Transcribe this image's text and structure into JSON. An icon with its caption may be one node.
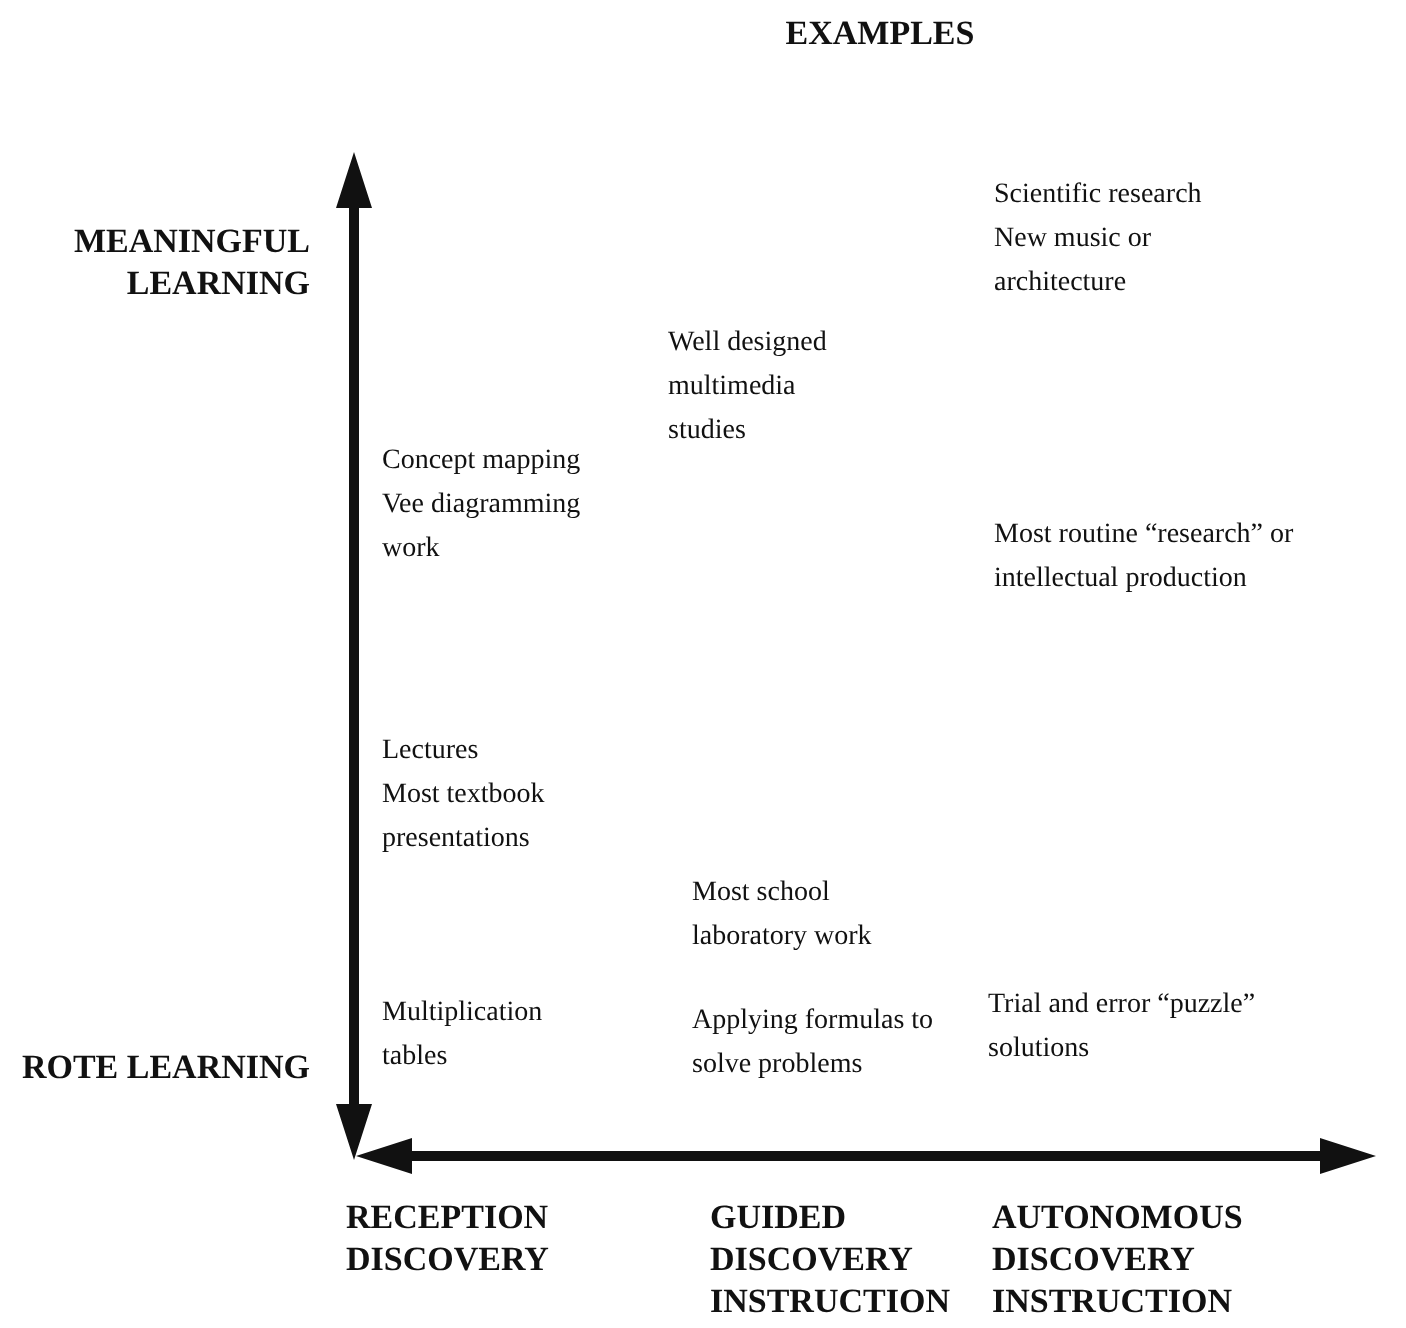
{
  "diagram": {
    "title": "EXAMPLES",
    "labels": [
      "MEANINGFUL LEARNING",
      "Scientific research",
      "New music or architecture",
      "Well designed multimedia studies",
      "Concept mapping",
      "Vee diagramming work",
      "Most routine “research” or intellectual production",
      "Lectures",
      "Most textbook presentations",
      "Most school laboratory work",
      "Multiplication tables",
      "Trial and error “puzzle” solutions",
      "Applying formulas to solve problems",
      "ROTE LEARNING",
      "RECEPTION DISCOVERY",
      "GUIDED DISCOVERY INSTRUCTION",
      "AUTONOMOUS DISCOVERY INSTRUCTION"
    ]
  }
}
